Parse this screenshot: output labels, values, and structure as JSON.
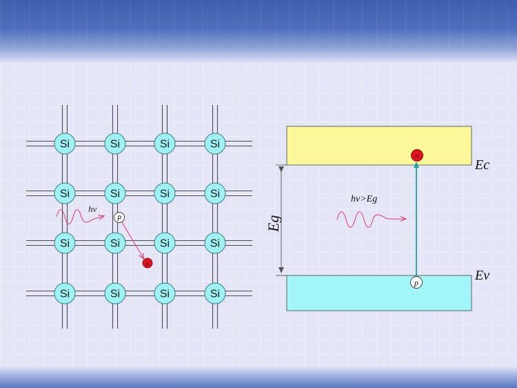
{
  "lattice": {
    "atom_label": "Si",
    "photon_label": "hv",
    "hole_label": "P",
    "electron_label": "n"
  },
  "band_diagram": {
    "conduction_label": "Ec",
    "valence_label": "Ev",
    "gap_label": "Eg",
    "photon_label": "hv>Eg",
    "electron_label": "n",
    "hole_label": "p"
  },
  "colors": {
    "atom_fill": "#9ff2f4",
    "conduction_fill": "#fcf89a",
    "valence_fill": "#a2f6f8",
    "electron_fill": "#e0141e",
    "arrow": "#1a9fa3",
    "photon_wave": "#e0407a"
  }
}
